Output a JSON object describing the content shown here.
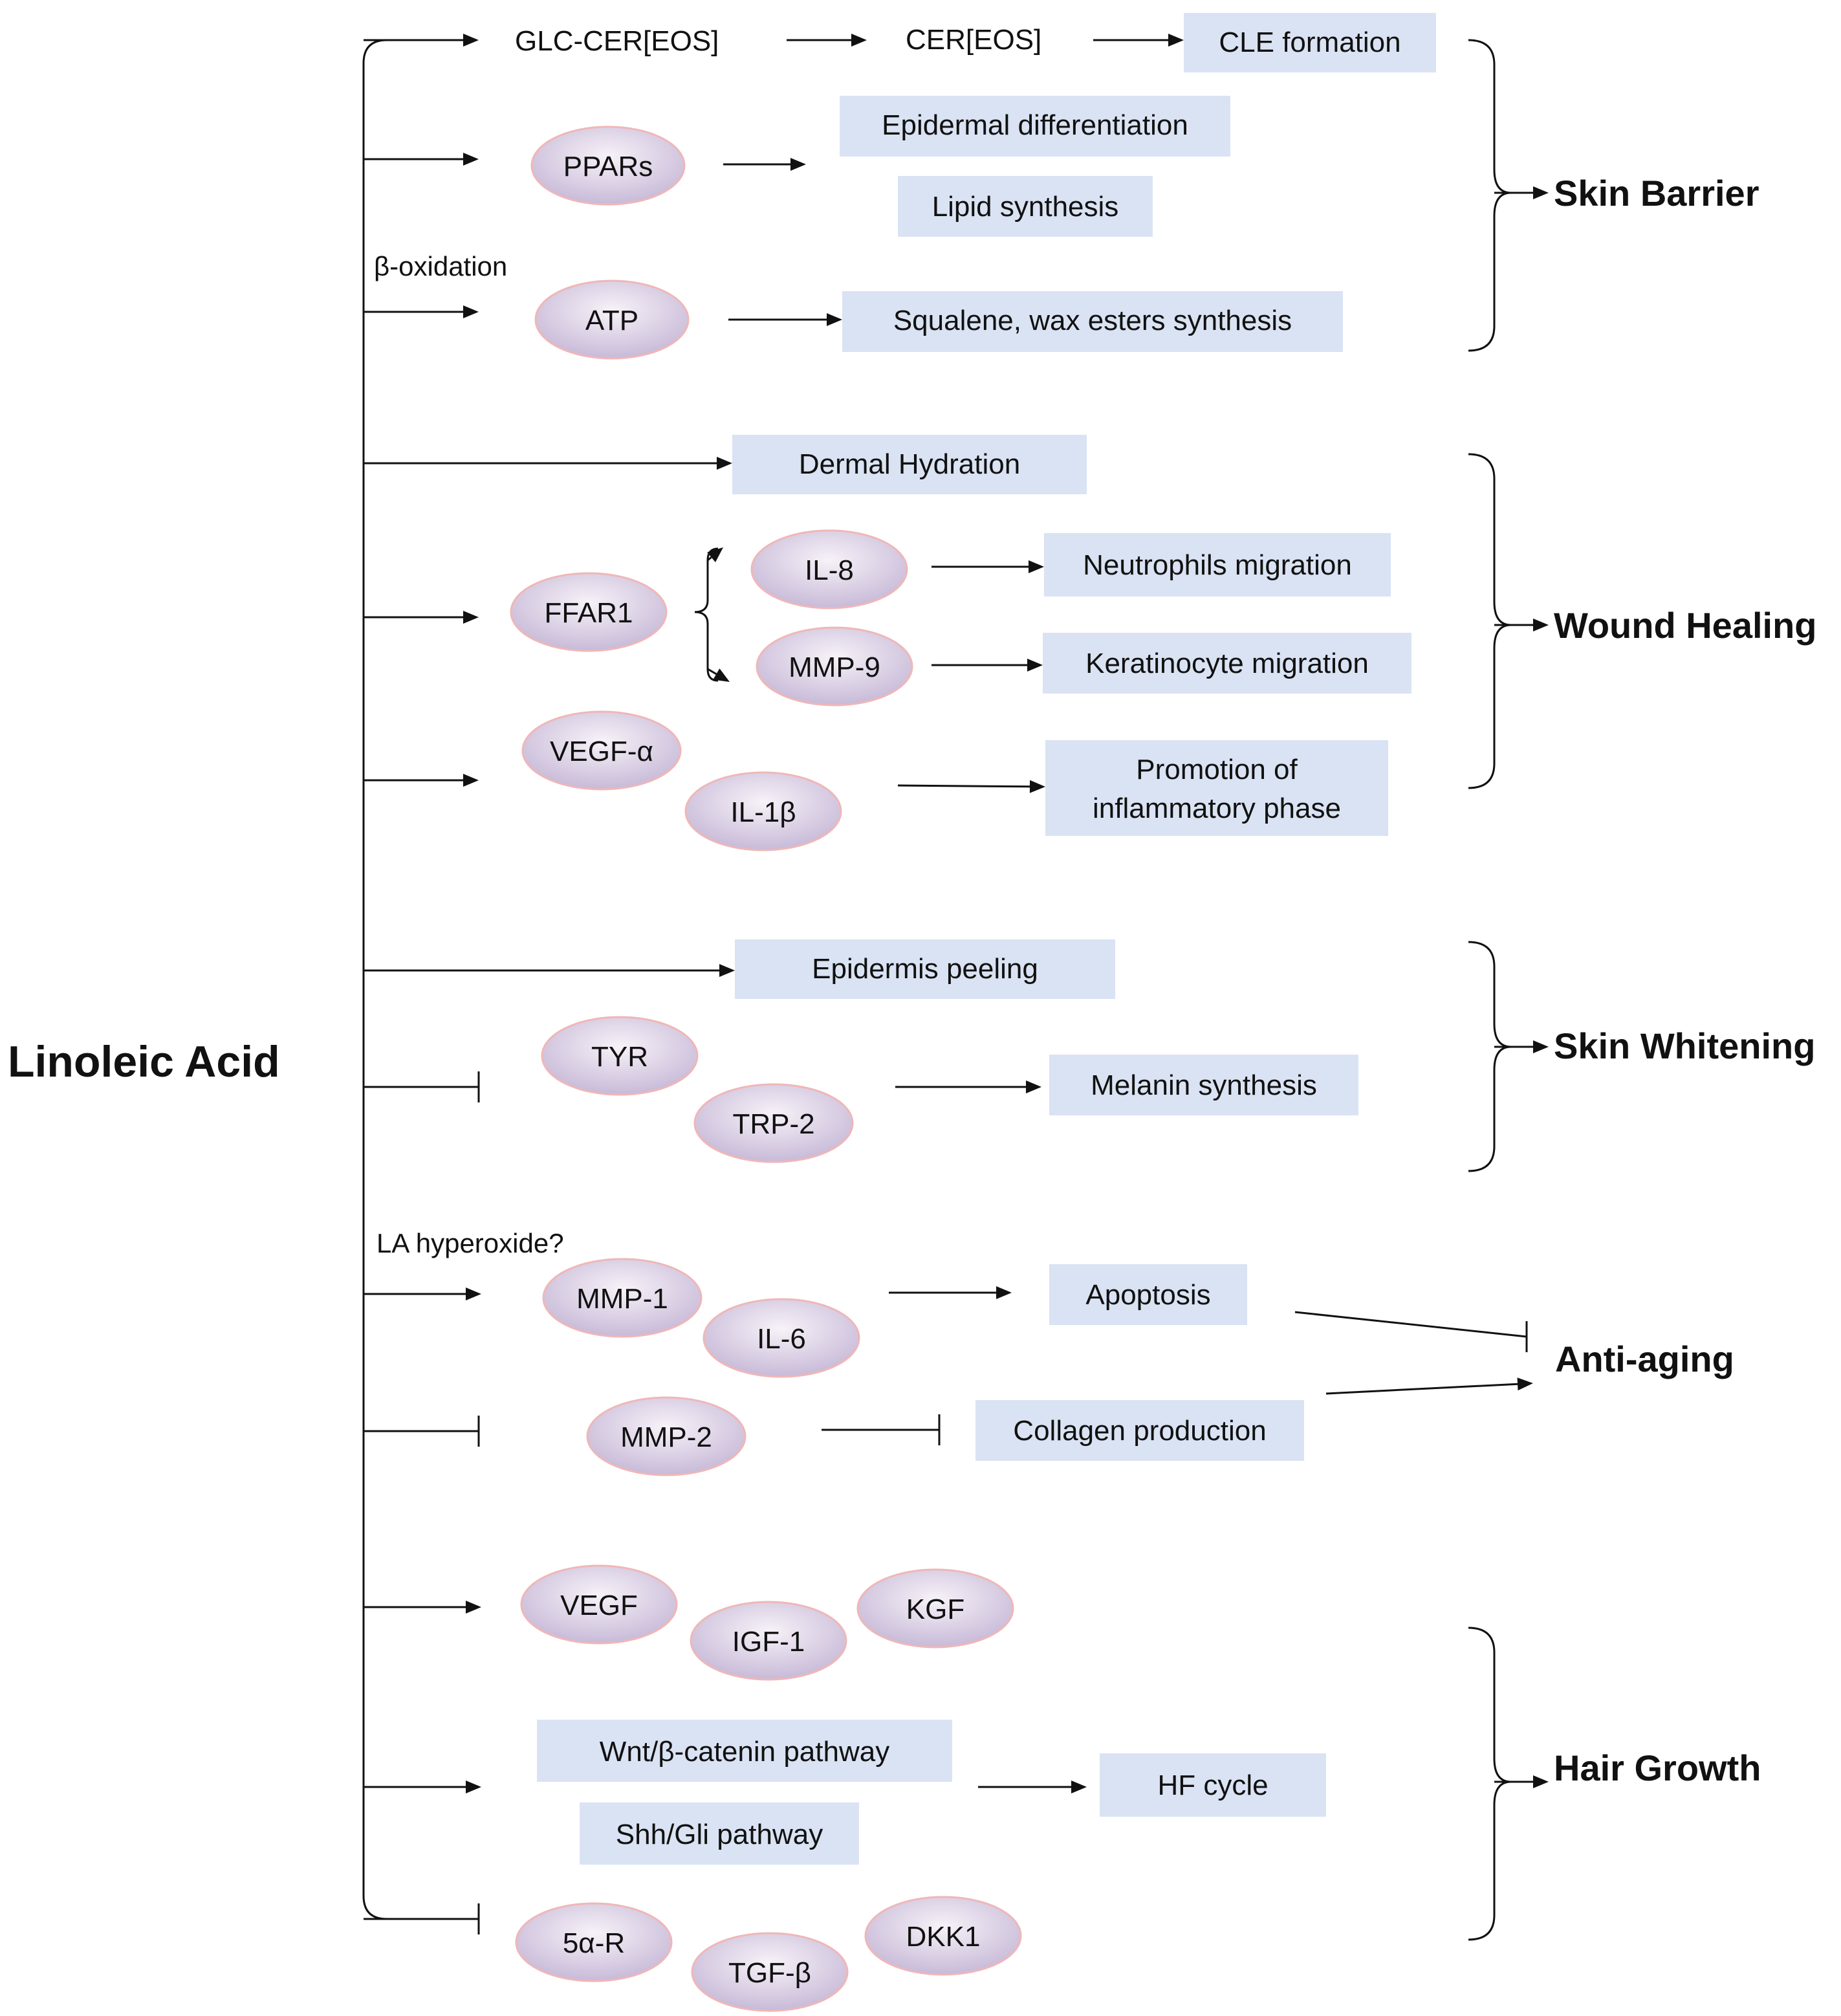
{
  "title": "Linoleic Acid",
  "colors": {
    "box_fill": "#dae3f3",
    "ellipse_fill_light": "#f7f2f8",
    "ellipse_fill_dark": "#c8bad8",
    "ellipse_border": "#efb7b7",
    "line": "#111111"
  },
  "annotations": {
    "beta_oxidation": "β-oxidation",
    "la_hyperoxide": "LA hyperoxide?"
  },
  "nodes": {
    "glc_cer": "GLC-CER[EOS]",
    "cer": "CER[EOS]",
    "cle": "CLE formation",
    "ppars": "PPARs",
    "epidermal_diff": "Epidermal differentiation",
    "lipid_synth": "Lipid synthesis",
    "atp": "ATP",
    "squalene": "Squalene, wax esters synthesis",
    "dermal_hydration": "Dermal Hydration",
    "ffar1": "FFAR1",
    "il8": "IL-8",
    "mmp9": "MMP-9",
    "neutrophils": "Neutrophils  migration",
    "keratinocyte": "Keratinocyte migration",
    "vegf_alpha": "VEGF-α",
    "il1b": "IL-1β",
    "promotion_l1": "Promotion of",
    "promotion_l2": "inflammatory  phase",
    "epidermis_peeling": "Epidermis peeling",
    "tyr": "TYR",
    "trp2": "TRP-2",
    "melanin": "Melanin synthesis",
    "mmp1": "MMP-1",
    "il6": "IL-6",
    "apoptosis": "Apoptosis",
    "mmp2": "MMP-2",
    "collagen": "Collagen production",
    "vegf": "VEGF",
    "igf1": "IGF-1",
    "kgf": "KGF",
    "wnt": "Wnt/β-catenin  pathway",
    "shh": "Shh/Gli  pathway",
    "hf_cycle": "HF cycle",
    "five_ar": "5α-R",
    "tgfb": "TGF-β",
    "dkk1": "DKK1"
  },
  "outcomes": {
    "skin_barrier": "Skin Barrier",
    "wound_healing": "Wound Healing",
    "skin_whitening": "Skin Whitening",
    "anti_aging": "Anti-aging",
    "hair_growth": "Hair Growth"
  }
}
